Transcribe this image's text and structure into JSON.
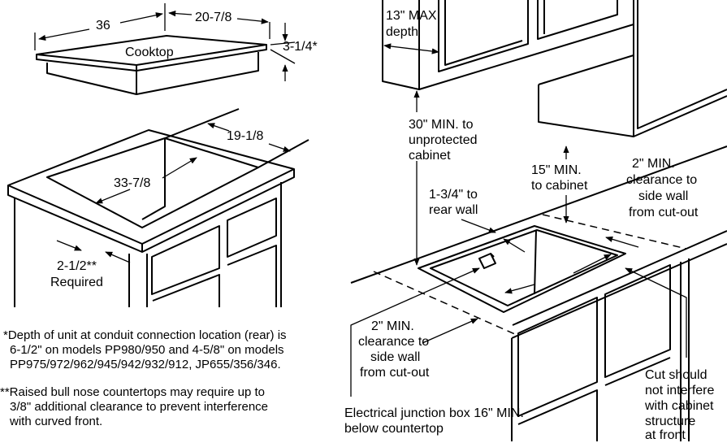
{
  "labels": {
    "dim_width": "36",
    "dim_depth": "20-7/8",
    "dim_height": "3-1/4*",
    "cooktop": "Cooktop",
    "cutout_depth": "19-1/8",
    "cutout_width": "33-7/8",
    "required_1": "2-1/2**",
    "required_2": "Required",
    "max_depth_1": "13\" MAX",
    "max_depth_2": "depth",
    "unprotected_1": "30\" MIN. to",
    "unprotected_2": "unprotected",
    "unprotected_3": "cabinet",
    "cabinet_1": "15\" MIN.",
    "cabinet_2": "to cabinet",
    "side_right_1": "2\" MIN.",
    "side_right_2": "clearance to",
    "side_right_3": "side wall",
    "side_right_4": "from cut-out",
    "rear_1": "1-3/4\" to",
    "rear_2": "rear wall",
    "side_left_1": "2\" MIN.",
    "side_left_2": "clearance to",
    "side_left_3": "side wall",
    "side_left_4": "from cut-out",
    "junction_1": "Electrical junction box 16\" MIN.",
    "junction_2": "below countertop",
    "cut_1": "Cut should",
    "cut_2": "not interfere",
    "cut_3": "with cabinet",
    "cut_4": "structure",
    "cut_5": "at front"
  },
  "notes": {
    "note1_1": "*Depth of unit at conduit connection location (rear) is",
    "note1_2": "6-1/2\" on models PP980/950 and 4-5/8\" on models",
    "note1_3": "PP975/972/962/945/942/932/912, JP655/356/346.",
    "note2_1": "**Raised bull nose countertops may require up to",
    "note2_2": "3/8\" additional clearance to prevent interference",
    "note2_3": "with curved front."
  }
}
